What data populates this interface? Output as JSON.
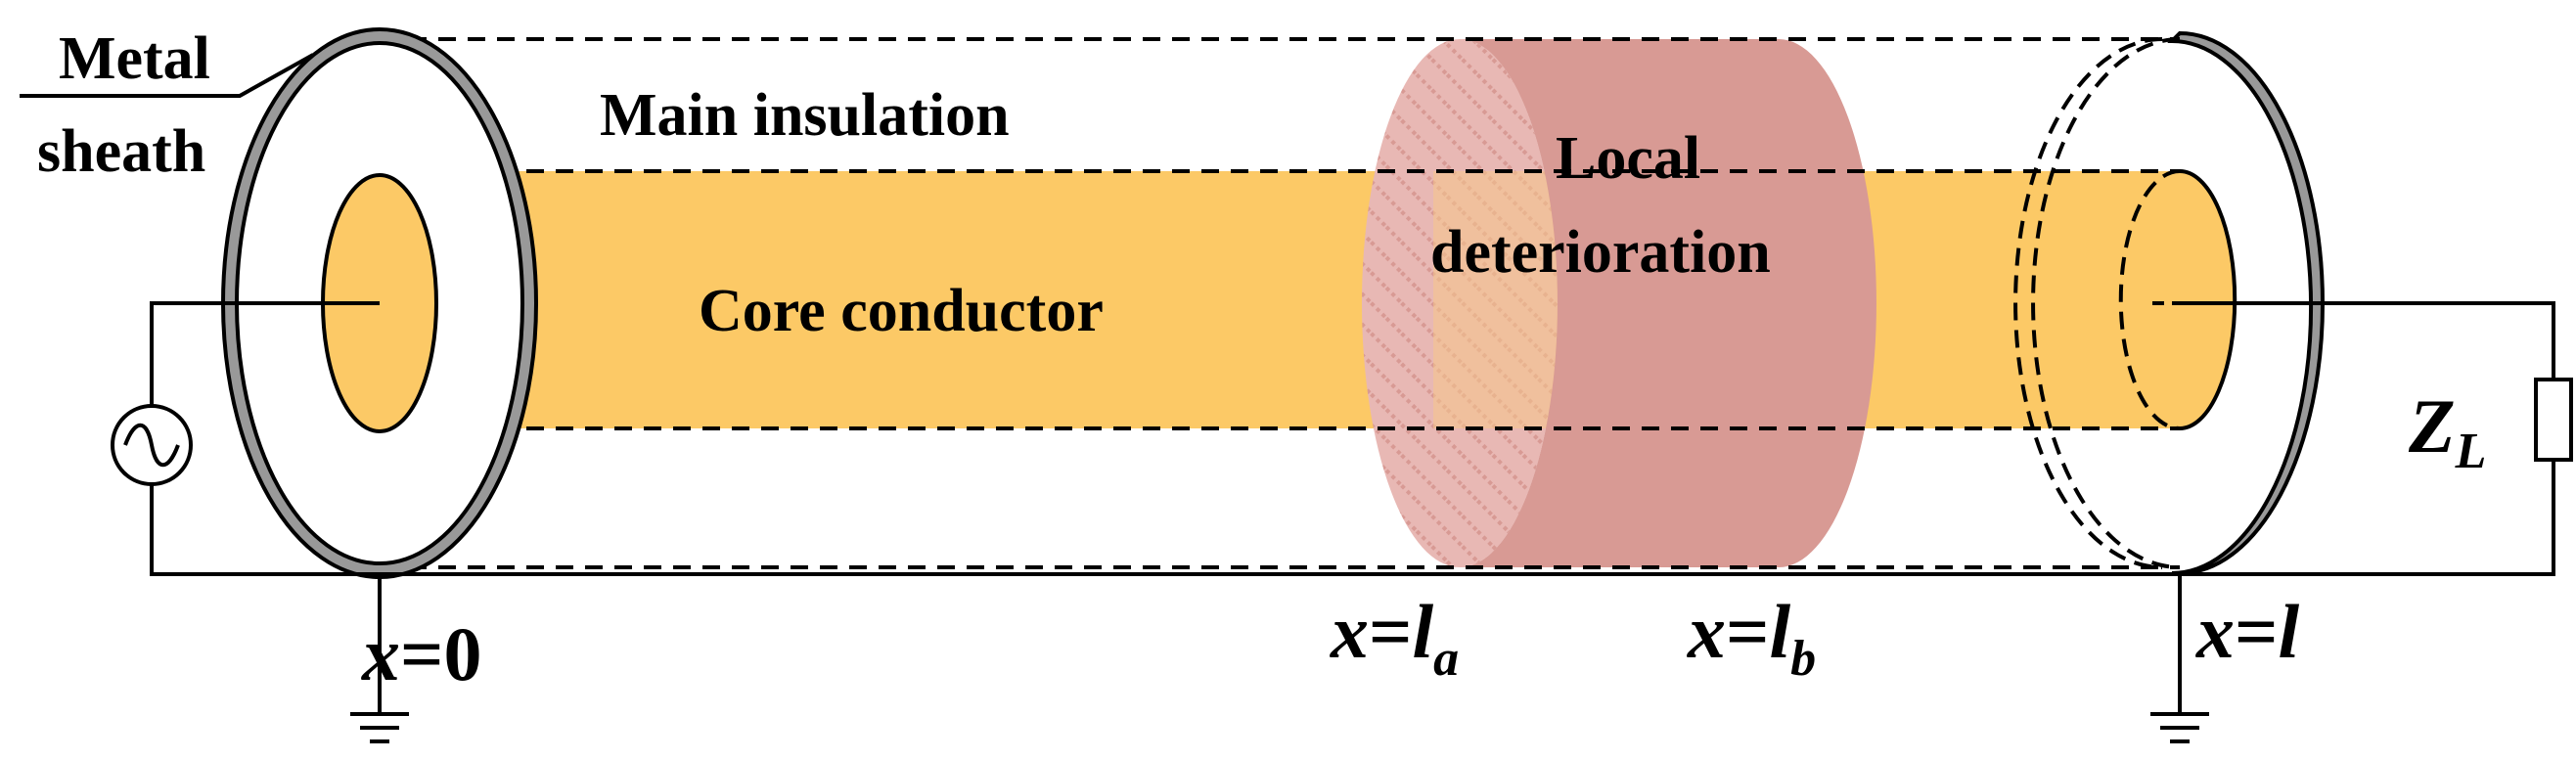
{
  "labels": {
    "metal": "Metal",
    "sheath": "sheath",
    "main_insulation": "Main insulation",
    "local": "Local",
    "deterioration": "deterioration",
    "core_conductor": "Core conductor"
  },
  "positions": {
    "x0": {
      "var": "x",
      "eq": "=0"
    },
    "xla": {
      "var": "x",
      "eq": "=",
      "sym": "l",
      "sub": "a"
    },
    "xlb": {
      "var": "x",
      "eq": "=",
      "sym": "l",
      "sub": "b"
    },
    "xl": {
      "var": "x",
      "eq": "=",
      "sym": "l"
    }
  },
  "load": {
    "sym": "Z",
    "sub": "L"
  },
  "colors": {
    "core": "#FCC966",
    "deterioration": "#D89A94",
    "sheath": "#999999",
    "line": "#000000"
  }
}
